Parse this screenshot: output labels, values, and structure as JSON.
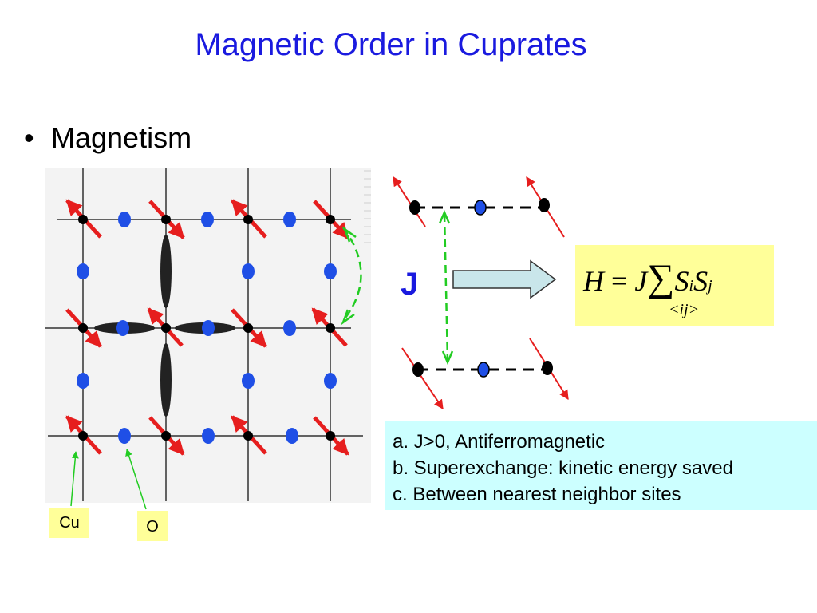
{
  "slide": {
    "title": "Magnetic Order in Cuprates",
    "bullet": {
      "marker": "•",
      "text": "Magnetism"
    }
  },
  "lattice": {
    "labels": {
      "cu": "Cu",
      "o": "O"
    },
    "colors": {
      "cu_site": "#000000",
      "o_site": "#1f4fe6",
      "spin_arrow": "#e61e1e",
      "exchange_arrow": "#22cc22",
      "grid_line": "#333333",
      "label_background": "#ffff99"
    }
  },
  "exchange": {
    "j_label": "J",
    "hamiltonian": {
      "lhs": "H",
      "equals": "=",
      "coupling": "J",
      "sum_symbol": "∑",
      "sum_index": "<ij>",
      "s": "S",
      "i": "i",
      "j": "j"
    }
  },
  "notes": [
    "a. J>0, Antiferromagnetic",
    "b. Superexchange: kinetic energy saved",
    "c. Between nearest neighbor sites"
  ],
  "colors": {
    "title": "#1a1adf",
    "notes_background": "#ccffff",
    "hamiltonian_background": "#ffff99",
    "flow_arrow_fill": "#c9e6ea"
  }
}
